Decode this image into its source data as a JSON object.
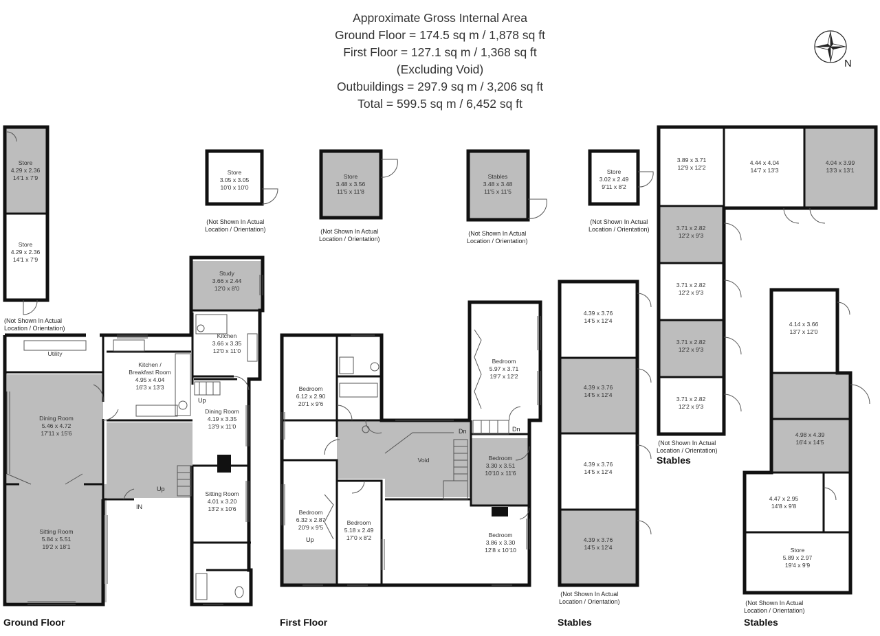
{
  "header": {
    "lines": [
      "Approximate Gross Internal Area",
      "Ground Floor = 174.5 sq m / 1,878 sq ft",
      "First Floor = 127.1 sq m / 1,368 sq ft",
      "(Excluding Void)",
      "Outbuildings = 297.9 sq m / 3,206 sq ft",
      "Total = 599.5 sq m / 6,452 sq ft"
    ]
  },
  "compass": {
    "label": "N",
    "icon": "compass-rose-icon"
  },
  "sections": {
    "ground_floor": "Ground Floor",
    "first_floor": "First Floor",
    "stables_a": "Stables",
    "stables_b": "Stables",
    "stables_c": "Stables"
  },
  "not_shown_note": [
    "(Not Shown In Actual",
    "Location / Orientation)"
  ],
  "rooms": {
    "gf_store_top": [
      "Store",
      "4.29 x 2.36",
      "14'1 x 7'9"
    ],
    "gf_store_bottom": [
      "Store",
      "4.29 x 2.36",
      "14'1 x 7'9"
    ],
    "store_a": [
      "Store",
      "3.05 x 3.05",
      "10'0 x 10'0"
    ],
    "store_b": [
      "Store",
      "3.48 x 3.56",
      "11'5 x 11'8"
    ],
    "stables_small": [
      "Stables",
      "3.48 x 3.48",
      "11'5 x 11'5"
    ],
    "store_c": [
      "Store",
      "3.02 x 2.49",
      "9'11 x 8'2"
    ],
    "study": [
      "Study",
      "3.66 x 2.44",
      "12'0 x 8'0"
    ],
    "kitchen": [
      "Kitchen",
      "3.66 x 3.35",
      "12'0 x 11'0"
    ],
    "utility": [
      "Utility"
    ],
    "kitchen_breakfast": [
      "Kitchen /",
      "Breakfast Room",
      "4.95 x 4.04",
      "16'3 x 13'3"
    ],
    "dining_room_left": [
      "Dining Room",
      "5.46 x 4.72",
      "17'11 x 15'6"
    ],
    "dining_room_right": [
      "Dining Room",
      "4.19 x 3.35",
      "13'9 x 11'0"
    ],
    "sitting_room_left": [
      "Sitting Room",
      "5.84 x 5.51",
      "19'2 x 18'1"
    ],
    "sitting_room_right": [
      "Sitting Room",
      "4.01 x 3.20",
      "13'2 x 10'6"
    ],
    "bed_1": [
      "Bedroom",
      "6.12 x 2.90",
      "20'1 x 9'6"
    ],
    "bed_2": [
      "Bedroom",
      "6.32 x 2.87",
      "20'9 x 9'5"
    ],
    "bed_3": [
      "Bedroom",
      "5.18 x 2.49",
      "17'0 x 8'2"
    ],
    "bed_4": [
      "Bedroom",
      "5.97 x 3.71",
      "19'7 x 12'2"
    ],
    "bed_5": [
      "Bedroom",
      "3.30 x 3.51",
      "10'10 x 11'6"
    ],
    "bed_6": [
      "Bedroom",
      "3.86 x 3.30",
      "12'8 x 10'10"
    ],
    "void": [
      "Void"
    ],
    "stab_1": [
      "4.39 x 3.76",
      "14'5 x 12'4"
    ],
    "stab_2": [
      "4.39 x 3.76",
      "14'5 x 12'4"
    ],
    "stab_3": [
      "4.39 x 3.76",
      "14'5 x 12'4"
    ],
    "stab_4": [
      "4.39 x 3.76",
      "14'5 x 12'4"
    ],
    "tr_1": [
      "3.89 x 3.71",
      "12'9 x 12'2"
    ],
    "tr_2": [
      "4.44 x 4.04",
      "14'7 x 13'3"
    ],
    "tr_3": [
      "4.04 x 3.99",
      "13'3 x 13'1"
    ],
    "tr_4": [
      "3.71 x 2.82",
      "12'2 x 9'3"
    ],
    "tr_5": [
      "3.71 x 2.82",
      "12'2 x 9'3"
    ],
    "tr_6": [
      "3.71 x 2.82",
      "12'2 x 9'3"
    ],
    "tr_7": [
      "3.71 x 2.82",
      "12'2 x 9'3"
    ],
    "br_1": [
      "4.14 x 3.66",
      "13'7 x 12'0"
    ],
    "br_2": [
      "4.98 x 4.39",
      "16'4 x 14'5"
    ],
    "br_3": [
      "4.47 x 2.95",
      "14'8 x 9'8"
    ],
    "br_4": [
      "Store",
      "5.89 x 2.97",
      "19'4 x 9'9"
    ]
  },
  "markers": {
    "up": "Up",
    "dn": "Dn",
    "entrance": "IN"
  },
  "colors": {
    "shaded_room": "#bdbdbd",
    "wall": "#111111"
  }
}
